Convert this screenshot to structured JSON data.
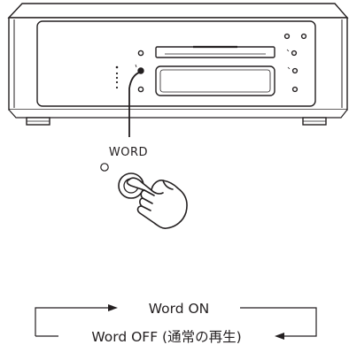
{
  "device": {
    "callout_label": "WORD"
  },
  "cycle": {
    "on_label": "Word ON",
    "off_label": "Word OFF (通常の再生)"
  },
  "colors": {
    "line": "#231f20",
    "panel_fill": "#ffffff",
    "stroke_gray": "#6d6e70"
  }
}
